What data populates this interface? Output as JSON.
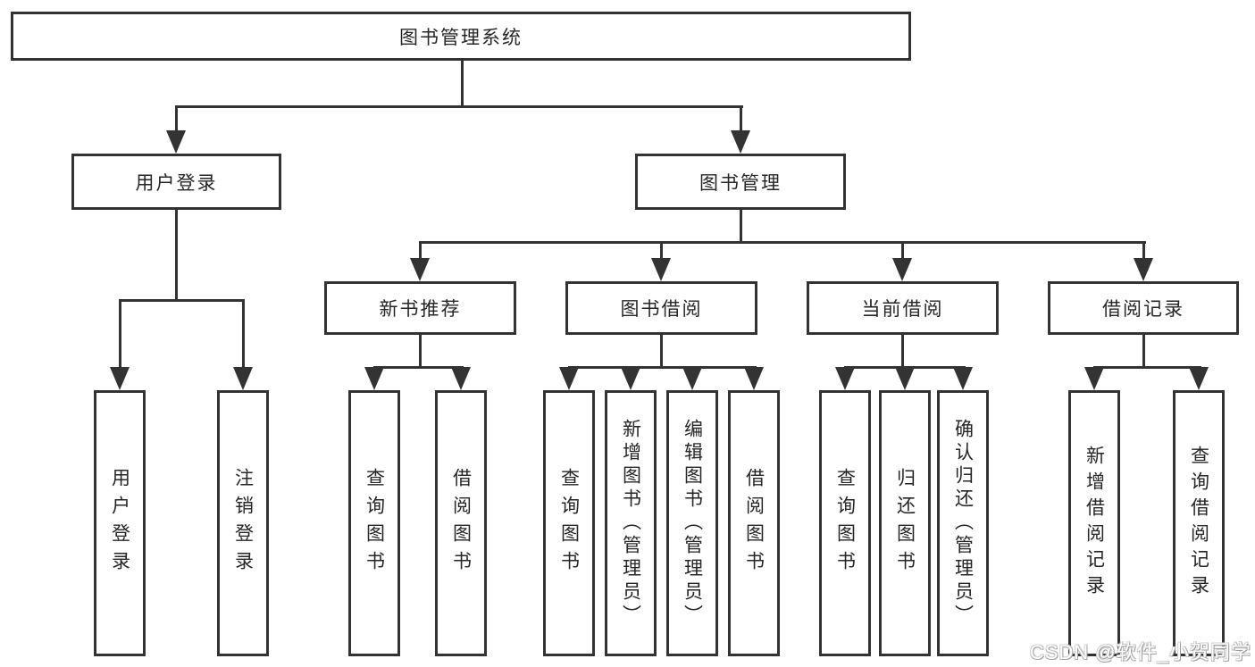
{
  "tree": {
    "root": "图书管理系统",
    "branches": [
      {
        "label": "用户登录",
        "children": [
          "用户登录",
          "注销登录"
        ]
      },
      {
        "label": "图书管理",
        "children": [
          {
            "label": "新书推荐",
            "children": [
              "查询图书",
              "借阅图书"
            ]
          },
          {
            "label": "图书借阅",
            "children": [
              "查询图书",
              "新增图书（管理员）",
              "编辑图书（管理员）",
              "借阅图书"
            ]
          },
          {
            "label": "当前借阅",
            "children": [
              "查询图书",
              "归还图书",
              "确认归还（管理员）"
            ]
          },
          {
            "label": "借阅记录",
            "children": [
              "新增借阅记录",
              "查询借阅记录"
            ]
          }
        ]
      }
    ]
  },
  "watermark": "CSDN @软件_小贺同学",
  "colors": {
    "line": "#333333",
    "text": "#262626",
    "background": "#ffffff"
  }
}
